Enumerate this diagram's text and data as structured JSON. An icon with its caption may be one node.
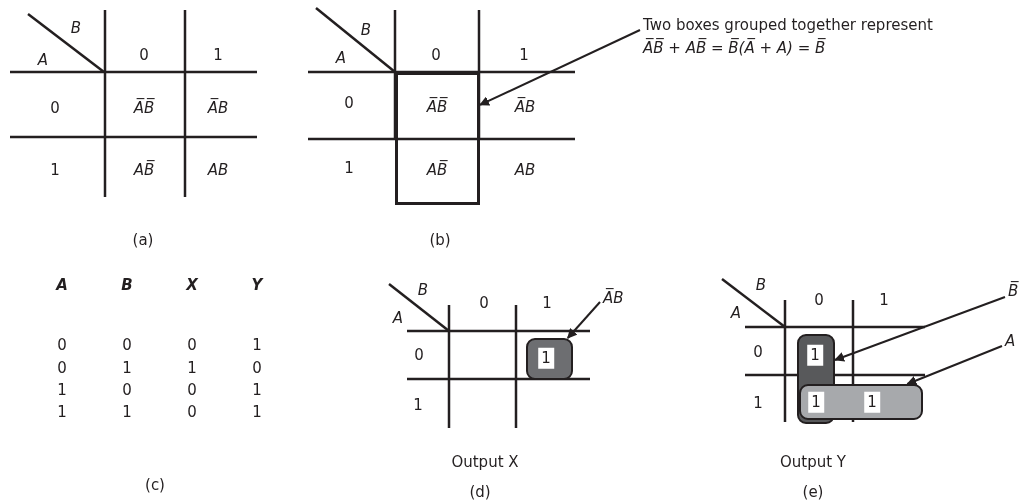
{
  "diagram": {
    "nodes": [
      {
        "text": [
          "Two boxes grouped together represent",
          "A̅B̅ + AB̅ = B̅(A̅ + A) = B̅"
        ]
      },
      {
        "text": [],
        "shape": "box"
      },
      {
        "text": [
          "A̅B"
        ]
      },
      {
        "text": [],
        "shape": "box"
      },
      {
        "text": [
          "B̅"
        ]
      },
      {
        "text": [],
        "shape": "box"
      },
      {
        "text": [
          "A"
        ]
      },
      {
        "text": [],
        "shape": "box"
      }
    ],
    "edges": [
      {
        "from": 0,
        "to": 1,
        "arrow": "to"
      },
      {
        "from": 2,
        "to": 3,
        "arrow": "to"
      },
      {
        "from": 4,
        "to": 5,
        "arrow": "to"
      },
      {
        "from": 6,
        "to": 7,
        "arrow": "to"
      }
    ],
    "labels": [
      "B",
      "A",
      "0",
      "1",
      "0",
      "A̅B̅",
      "A̅B",
      "1",
      "AB̅",
      "AB",
      "(a)",
      "B",
      "A",
      "0",
      "1",
      "0",
      "A̅B̅",
      "A̅B",
      "1",
      "AB̅",
      "AB",
      "(b)",
      "A",
      "B",
      "X",
      "Y",
      "0",
      "0",
      "0",
      "1",
      "0",
      "1",
      "1",
      "0",
      "1",
      "0",
      "0",
      "1",
      "1",
      "1",
      "0",
      "1",
      "(c)",
      "B",
      "A",
      "0",
      "1",
      "0",
      "1",
      "1",
      "Output X",
      "(d)",
      "B",
      "A",
      "0",
      "1",
      "0",
      "1",
      "1",
      "1",
      "1",
      "Output Y",
      "(e)"
    ]
  }
}
